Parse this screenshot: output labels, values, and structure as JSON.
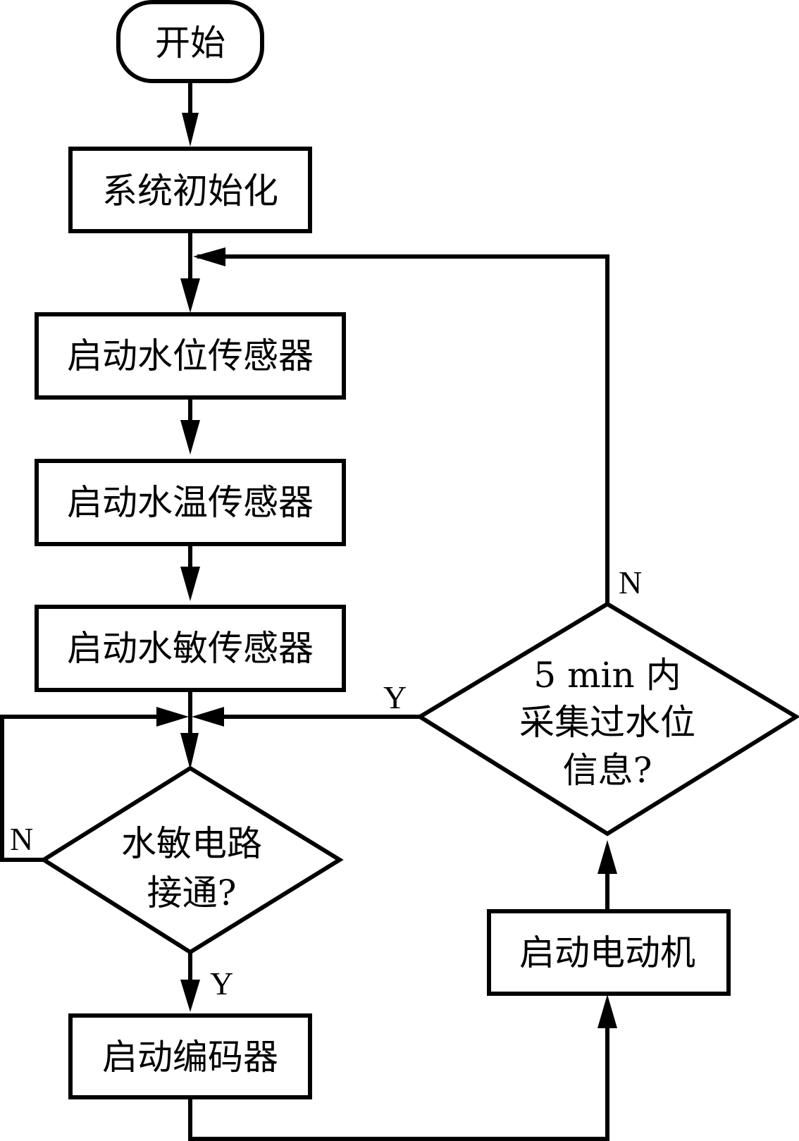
{
  "diagram": {
    "type": "flowchart",
    "nodes": {
      "start": {
        "label": "开始",
        "shape": "terminal"
      },
      "init": {
        "label": "系统初始化",
        "shape": "process"
      },
      "water_level_sensor": {
        "label": "启动水位传感器",
        "shape": "process"
      },
      "water_temp_sensor": {
        "label": "启动水温传感器",
        "shape": "process"
      },
      "water_sensitive_sensor": {
        "label": "启动水敏传感器",
        "shape": "process"
      },
      "circuit_decision": {
        "lines": [
          "水敏电路",
          "接通?"
        ],
        "shape": "decision"
      },
      "encoder": {
        "label": "启动编码器",
        "shape": "process"
      },
      "motor": {
        "label": "启动电动机",
        "shape": "process"
      },
      "collect_decision": {
        "lines": [
          "5 min 内",
          "采集过水位",
          "信息?"
        ],
        "shape": "decision"
      }
    },
    "edge_labels": {
      "circuit_no": "N",
      "circuit_yes": "Y",
      "collect_no": "N",
      "collect_yes": "Y"
    },
    "edges": [
      [
        "start",
        "init"
      ],
      [
        "init",
        "water_level_sensor"
      ],
      [
        "water_level_sensor",
        "water_temp_sensor"
      ],
      [
        "water_temp_sensor",
        "water_sensitive_sensor"
      ],
      [
        "water_sensitive_sensor",
        "circuit_decision"
      ],
      [
        "circuit_decision",
        "encoder",
        "Y"
      ],
      [
        "circuit_decision",
        "circuit_decision",
        "N"
      ],
      [
        "encoder",
        "motor"
      ],
      [
        "motor",
        "collect_decision"
      ],
      [
        "collect_decision",
        "circuit_decision",
        "Y"
      ],
      [
        "collect_decision",
        "water_level_sensor",
        "N"
      ]
    ]
  }
}
